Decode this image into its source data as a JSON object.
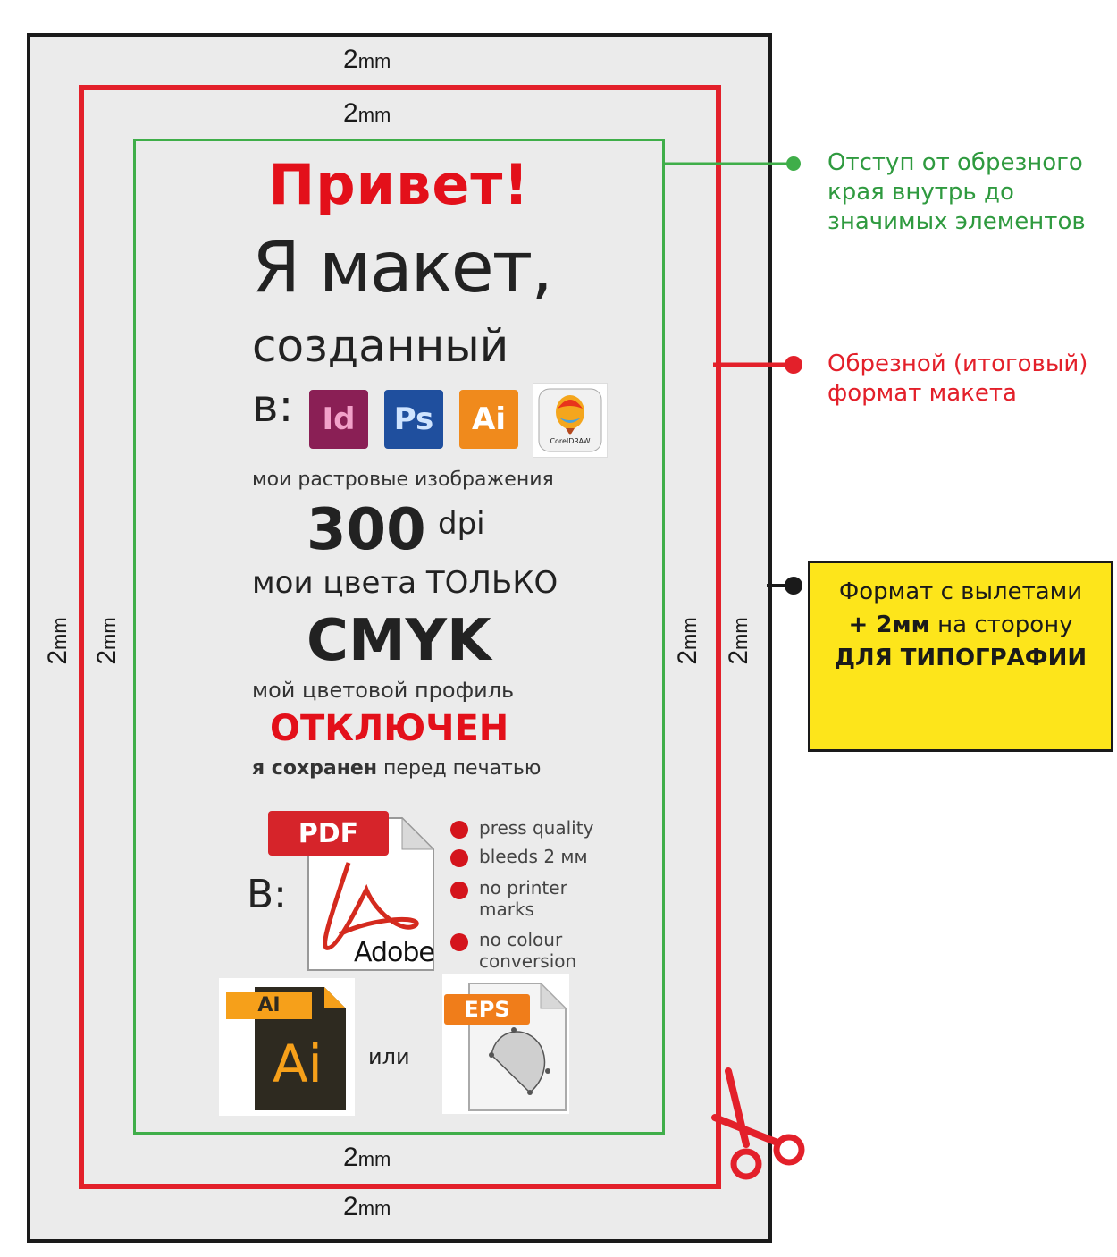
{
  "dimensions": {
    "value": "2",
    "unit": "mm"
  },
  "layout_text": {
    "hello": "Привет!",
    "line1": "Я макет,",
    "line2": "созданный",
    "in_prefix": "в:",
    "raster_label": "мои растровые изображения",
    "dpi_value": "300",
    "dpi_unit": "dpi",
    "colors_label": "мои цвета ТОЛЬКО",
    "cmyk": "CMYK",
    "profile_label": "мой цветовой профиль",
    "profile_state": "ОТКЛЮЧЕН",
    "saved_bold": "я сохранен",
    "saved_rest": " перед печатью",
    "in_prefix2": "В:",
    "or_label": "или"
  },
  "app_icons": [
    {
      "name": "indesign-icon",
      "label": "Id",
      "bg": "#8a1f55",
      "fg": "#f2a1c9"
    },
    {
      "name": "photoshop-icon",
      "label": "Ps",
      "bg": "#1f4f9e",
      "fg": "#cfe4ff"
    },
    {
      "name": "illustrator-icon",
      "label": "Ai",
      "bg": "#f08a1c",
      "fg": "#ffffff"
    }
  ],
  "coreldraw": {
    "label": "CorelDRAW"
  },
  "pdf": {
    "badge": "PDF",
    "brand": "Adobe"
  },
  "pdf_options": [
    "press quality",
    "bleeds 2 мм",
    "no printer marks",
    "no colour conversion"
  ],
  "ai_file": {
    "badge": "AI",
    "label": "Ai"
  },
  "eps_file": {
    "badge": "EPS"
  },
  "legend": {
    "safe_zone": "Отступ от обрезного края внутрь до значимых элементов",
    "trim_format": "Обрезной (итоговый) формат макета"
  },
  "note": {
    "line1": "Формат с вылетами",
    "line2_prefix": "+ ",
    "line2_value": "2мм",
    "line2_rest": " на сторону",
    "line3": "ДЛЯ ТИПОГРАФИИ"
  },
  "colors": {
    "trim": "#e3202a",
    "safe": "#3fae49",
    "bleed": "#1a1a1a",
    "note_bg": "#fde51b",
    "accent_red": "#e3101a"
  }
}
